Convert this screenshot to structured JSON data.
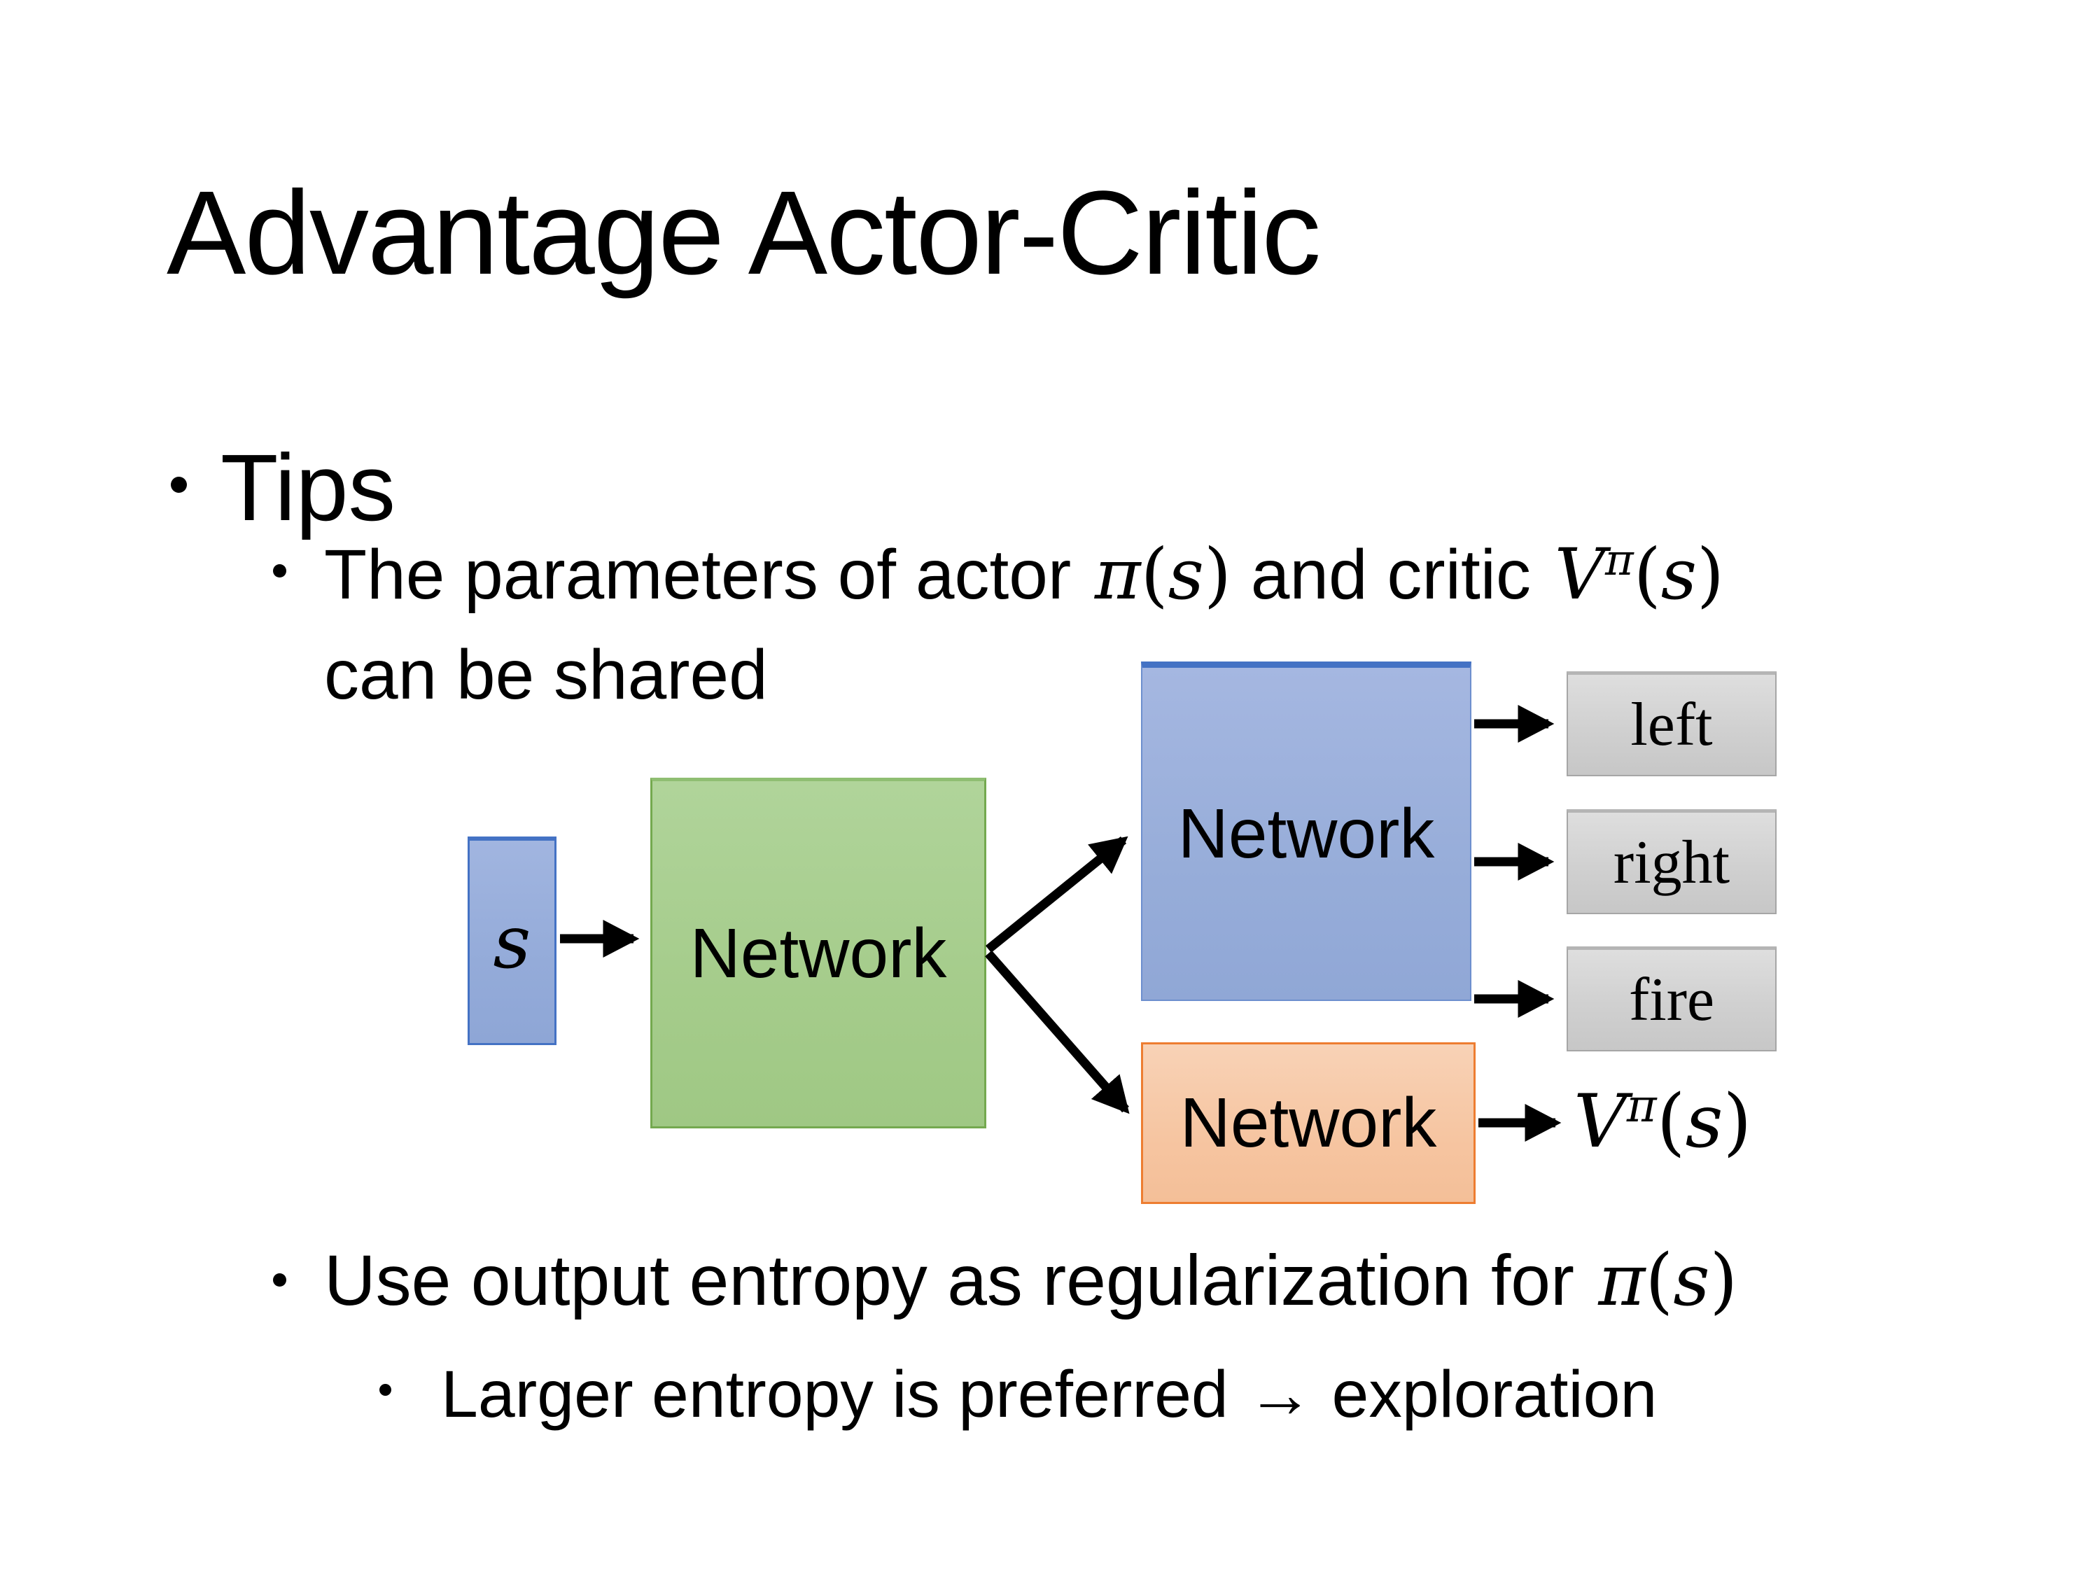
{
  "slide": {
    "title": "Advantage Actor-Critic",
    "bullet_tips": {
      "label": "Tips"
    },
    "bullet_params": {
      "pre": "The parameters of actor ",
      "mid": "  and critic ",
      "line2": "can be shared"
    },
    "bullet_entropy": {
      "pre": "Use output entropy as regularization for "
    },
    "bullet_larger": {
      "text": "Larger entropy is preferred → exploration"
    },
    "math": {
      "pi": "π",
      "s": "s",
      "V": "V",
      "lparen": "(",
      "rparen": ")"
    },
    "diagram": {
      "state_label": "s",
      "shared_network": "Network",
      "actor_network": "Network",
      "critic_network": "Network",
      "outputs": [
        {
          "label": "left"
        },
        {
          "label": "right"
        },
        {
          "label": "fire"
        }
      ]
    },
    "colors": {
      "background": "#ffffff",
      "text": "#000000",
      "blue_fill": "#97add9",
      "blue_border": "#4472c4",
      "green_fill": "#a5cc8b",
      "green_border": "#74a94f",
      "orange_fill": "#f6c5a1",
      "orange_border": "#ed7d31",
      "gray_fill": "#d0d0d0",
      "gray_border": "#a6a6a6",
      "arrow": "#000000"
    }
  }
}
